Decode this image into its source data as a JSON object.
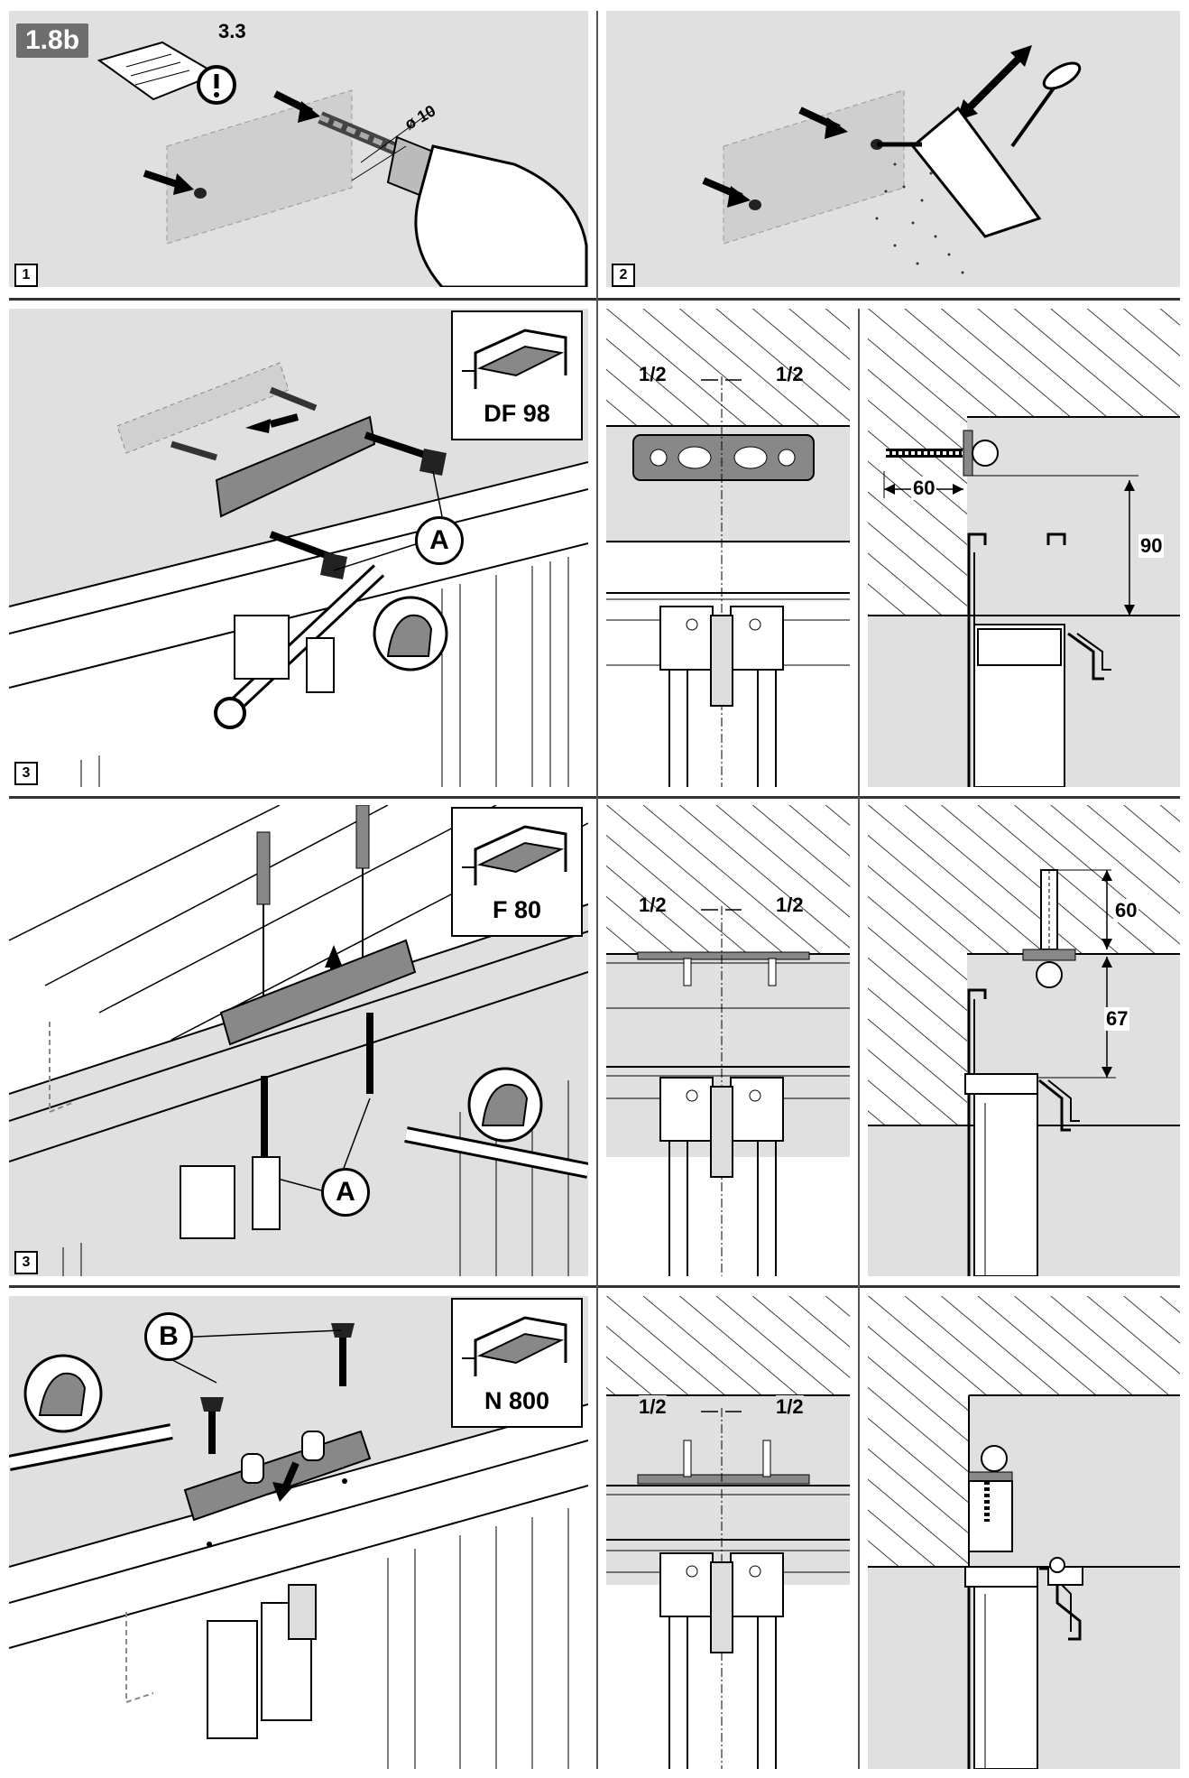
{
  "step_badge": "1.8b",
  "reference": "3.3",
  "steps": {
    "one": "1",
    "two": "2",
    "three_a": "3",
    "three_b": "3"
  },
  "drill_diameter": "ø 10",
  "profiles": {
    "df98": "DF 98",
    "f80": "F 80",
    "n800": "N 800"
  },
  "callouts": {
    "a1": "A",
    "a2": "A",
    "b": "B"
  },
  "dimensions": {
    "half_symbol": "1/2",
    "row1_horizontal": "60",
    "row1_vertical": "90",
    "row2_top": "60",
    "row2_vertical": "67"
  },
  "colors": {
    "panel_bg": "#e0e0e0",
    "badge_bg": "#6e6e6e",
    "line": "#000000"
  }
}
